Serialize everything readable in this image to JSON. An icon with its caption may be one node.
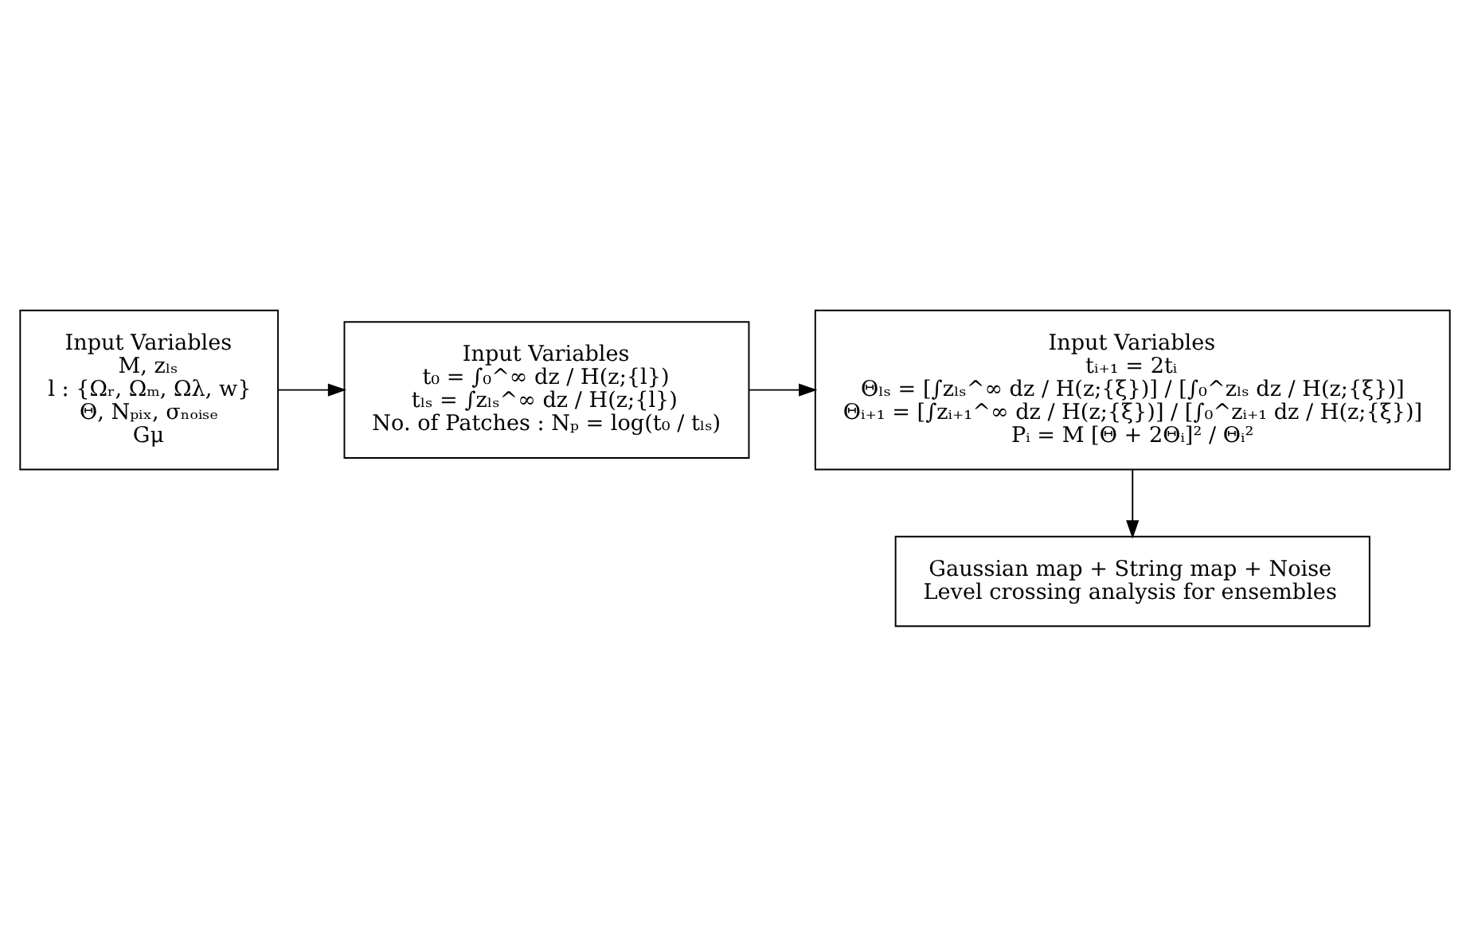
{
  "diagram": {
    "nodes": [
      {
        "text": [
          "Input Variables",
          "M, zₗₛ",
          "l : {Ωᵣ, Ωₘ, Ωλ, w}",
          "Θ, Nₚᵢₓ, σₙₒᵢₛₑ",
          "Gμ"
        ]
      },
      {
        "text": [
          "Input Variables",
          "t₀ = ∫₀^∞ dz / H(z;{l})",
          "tₗₛ = ∫zₗₛ^∞ dz / H(z;{l})",
          "No. of Patches : Nₚ = log(t₀ / tₗₛ)"
        ]
      },
      {
        "text": [
          "Input Variables",
          "tᵢ₊₁ = 2tᵢ",
          "Θₗₛ = [∫zₗₛ^∞ dz / H(z;{ξ})] / [∫₀^zₗₛ dz / H(z;{ξ})]",
          "Θᵢ₊₁ = [∫zᵢ₊₁^∞ dz / H(z;{ξ})] / [∫₀^zᵢ₊₁ dz / H(z;{ξ})]",
          "Pᵢ = M [Θ + 2Θᵢ]² / Θᵢ²"
        ]
      },
      {
        "text": [
          "Gaussian map + String map + Noise",
          "Level crossing analysis for ensembles"
        ]
      }
    ],
    "edges": [
      {
        "from": 0,
        "to": 1,
        "arrow": "to"
      },
      {
        "from": 1,
        "to": 2,
        "arrow": "to"
      },
      {
        "from": 2,
        "to": 3,
        "arrow": "to"
      }
    ]
  }
}
